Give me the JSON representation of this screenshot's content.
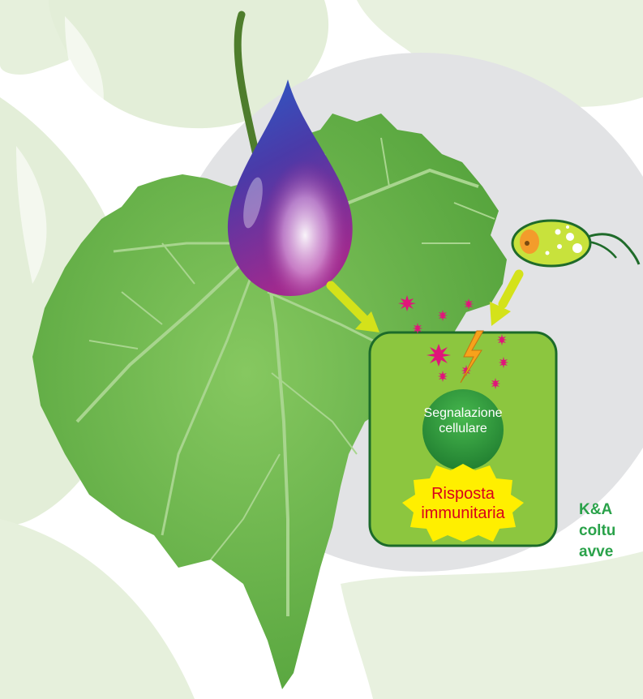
{
  "colors": {
    "background_leaf": "#e3eed8",
    "leaf_light": "#7cc35a",
    "leaf_dark": "#4a9a35",
    "leaf_vein": "#a8d58e",
    "grey_circle": "#e2e3e5",
    "drop_top": "#2a4fb5",
    "drop_bottom": "#9a2c8f",
    "arrow": "#d4e21a",
    "box_fill": "#8cc63f",
    "box_border": "#1c6b2a",
    "signal_circle": "#2f9a3f",
    "immune_burst": "#ffef00",
    "immune_text": "#d9001b",
    "spark": "#e0157a",
    "bolt": "#f7a21b",
    "bacterium_body": "#c8e23c",
    "bacterium_nucleus": "#f39c2b",
    "side_text": "#2aa24a"
  },
  "icons": [
    "water-drop-icon",
    "bacterium-icon",
    "lightning-bolt-icon",
    "spark-icon",
    "grape-leaf-icon"
  ],
  "cell_box": {
    "signal_line1": "Segnalazione",
    "signal_line2": "cellulare",
    "immune_line1": "Risposta",
    "immune_line2": "immunitaria"
  },
  "side_note": {
    "line1": "K&A",
    "line2": "coltu",
    "line3": "avve"
  }
}
